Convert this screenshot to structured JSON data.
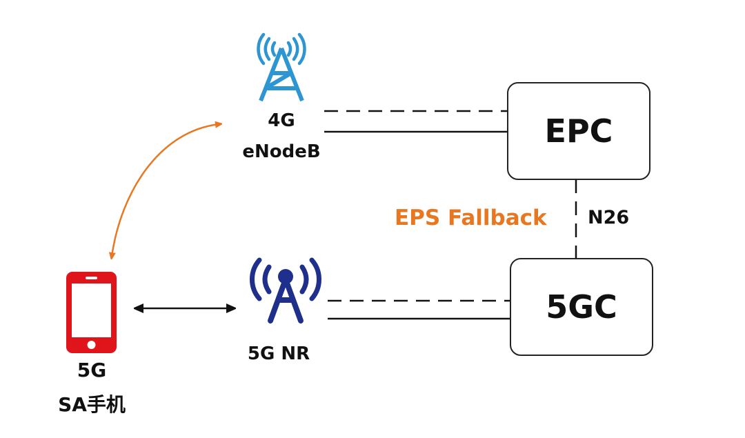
{
  "diagram": {
    "title": "EPS Fallback",
    "nodes": {
      "enodeb": {
        "line1": "4G",
        "line2": "eNodeB",
        "icon": "cell-tower-4g-icon",
        "color": "#2e95d3"
      },
      "nr": {
        "label": "5G NR",
        "icon": "cell-tower-5g-icon",
        "color": "#1e2f8c"
      },
      "phone": {
        "line1": "5G",
        "line2": "SA手机",
        "icon": "smartphone-icon",
        "color": "#e0141b"
      },
      "epc": {
        "label": "EPC"
      },
      "fivegc": {
        "label": "5GC"
      }
    },
    "interfaces": {
      "n26": "N26"
    },
    "fallback_label": "EPS Fallback",
    "colors": {
      "accent": "#e87722",
      "line": "#111111"
    }
  }
}
